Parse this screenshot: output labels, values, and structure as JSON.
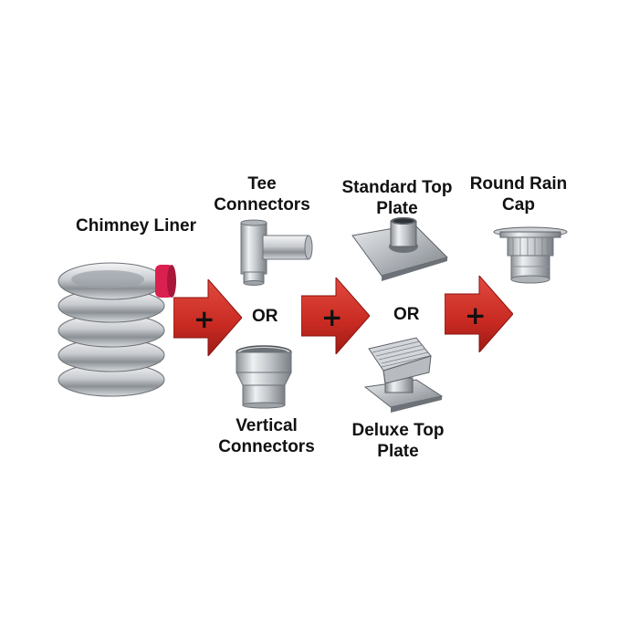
{
  "labels": {
    "chimney_liner": "Chimney Liner",
    "tee_connectors_line1": "Tee",
    "tee_connectors_line2": "Connectors",
    "vertical_connectors_line1": "Vertical",
    "vertical_connectors_line2": "Connectors",
    "standard_top_plate_line1": "Standard Top",
    "standard_top_plate_line2": "Plate",
    "deluxe_top_plate_line1": "Deluxe Top",
    "deluxe_top_plate_line2": "Plate",
    "round_rain_cap_line1": "Round Rain",
    "round_rain_cap_line2": "Cap"
  },
  "operators": {
    "plus": "+",
    "or_1": "OR",
    "or_2": "OR"
  },
  "colors": {
    "arrow_red": "#d0302a",
    "arrow_dark": "#8a1510",
    "metal_light": "#e6e8ea",
    "metal_dark": "#7d8288",
    "liner_collar": "#d9204e"
  },
  "icons": [
    "flex-liner-coil-image",
    "tee-connector-image",
    "vertical-connector-image",
    "standard-top-plate-image",
    "deluxe-top-plate-image",
    "round-rain-cap-image",
    "plus-arrow-icon"
  ]
}
